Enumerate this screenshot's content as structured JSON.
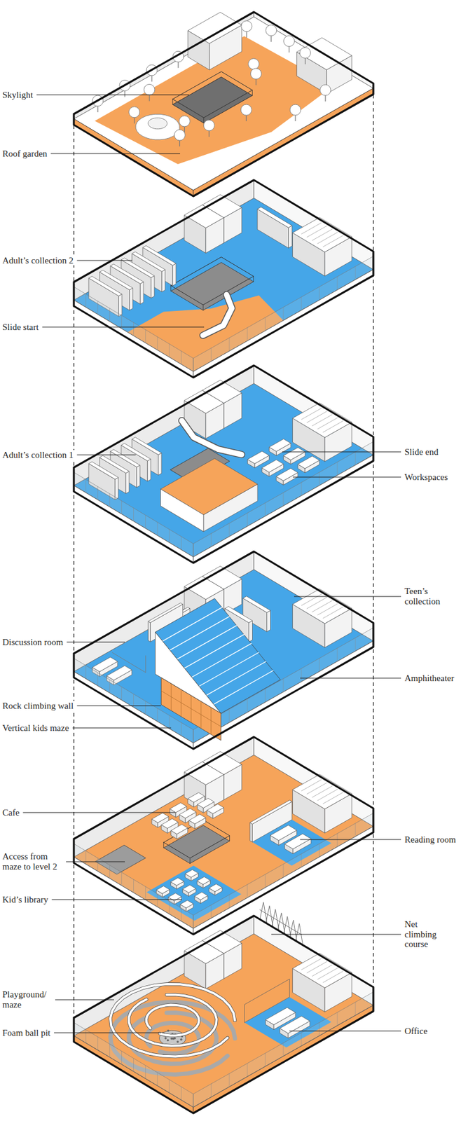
{
  "diagram": {
    "labels": [
      "Skylight",
      "Roof garden",
      "Adult’s collection 2",
      "Slide start",
      "Adult’s collection 1",
      "Slide end",
      "Workspaces",
      "Teen’s collection",
      "Discussion room",
      "Amphitheater",
      "Rock climbing wall",
      "Vertical kids maze",
      "Cafe",
      "Reading room",
      "Access from maze to level 2",
      "Kid’s library",
      "Net climbing course",
      "Playground/ maze",
      "Foam ball pit",
      "Office"
    ]
  }
}
